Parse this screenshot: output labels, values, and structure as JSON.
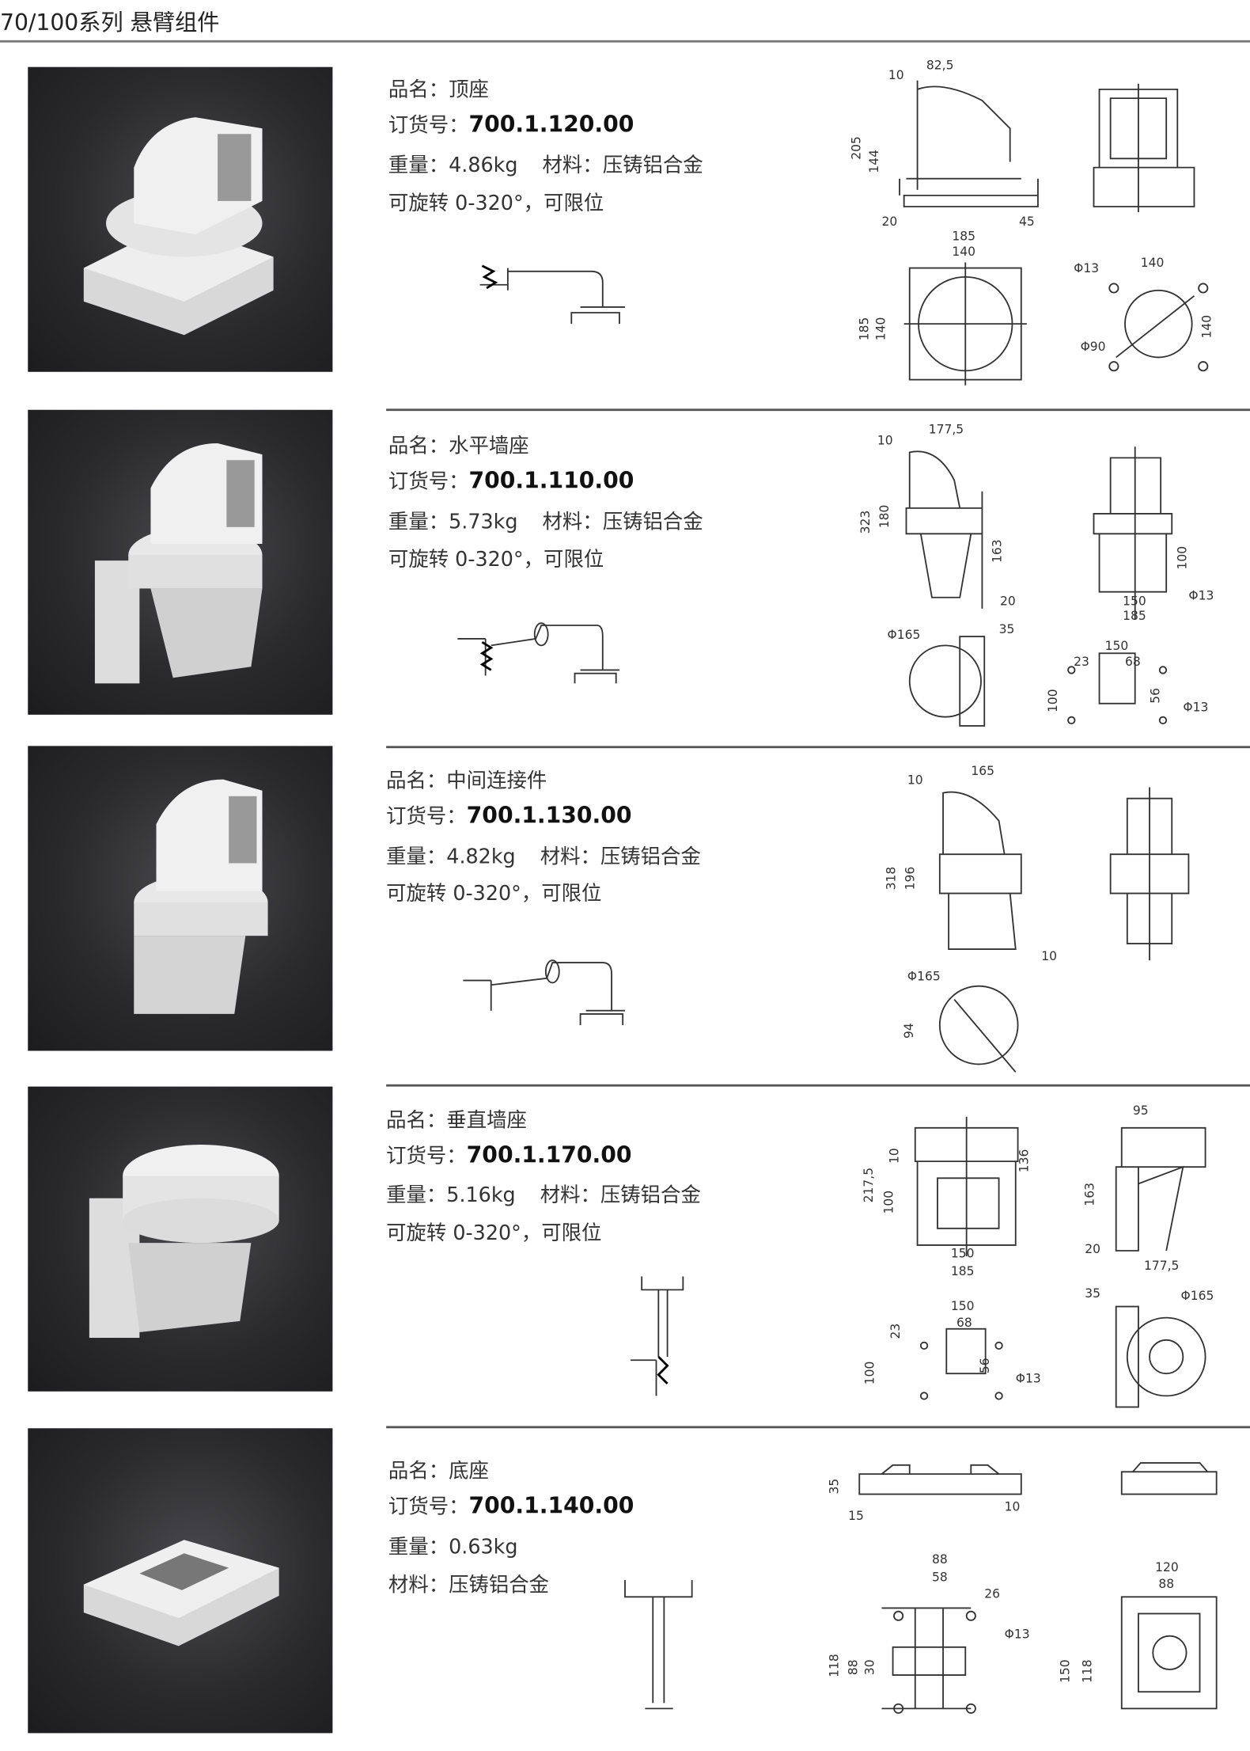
{
  "page": {
    "title": "70/100系列 悬臂组件"
  },
  "labels": {
    "name": "品名：",
    "order": "订货号：",
    "weight": "重量：",
    "material": "材料："
  },
  "products": [
    {
      "name": "顶座",
      "order_no": "700.1.120.00",
      "weight": "4.86kg",
      "material": "压铸铝合金",
      "rotation": "可旋转 0-320°，可限位",
      "dims": [
        "10",
        "82,5",
        "205",
        "144",
        "20",
        "45",
        "185",
        "140",
        "185",
        "140",
        "Φ13",
        "140",
        "Φ90",
        "140"
      ]
    },
    {
      "name": "水平墙座",
      "order_no": "700.1.110.00",
      "weight": "5.73kg",
      "material": "压铸铝合金",
      "rotation": "可旋转 0-320°，可限位",
      "dims": [
        "10",
        "177,5",
        "323",
        "180",
        "163",
        "20",
        "100",
        "Φ13",
        "150",
        "185",
        "Φ165",
        "35",
        "150",
        "23",
        "68",
        "100",
        "56",
        "Φ13"
      ]
    },
    {
      "name": "中间连接件",
      "order_no": "700.1.130.00",
      "weight": "4.82kg",
      "material": "压铸铝合金",
      "rotation": "可旋转 0-320°，可限位",
      "dims": [
        "10",
        "165",
        "318",
        "196",
        "10",
        "Φ165",
        "94"
      ]
    },
    {
      "name": "垂直墙座",
      "order_no": "700.1.170.00",
      "weight": "5.16kg",
      "material": "压铸铝合金",
      "rotation": "可旋转 0-320°，可限位",
      "dims": [
        "10",
        "217,5",
        "100",
        "136",
        "150",
        "185",
        "95",
        "163",
        "20",
        "177,5",
        "35",
        "Φ165",
        "150",
        "68",
        "23",
        "100",
        "56",
        "Φ13"
      ]
    },
    {
      "name": "底座",
      "order_no": "700.1.140.00",
      "weight": "0.63kg",
      "material": "压铸铝合金",
      "dims": [
        "35",
        "15",
        "10",
        "88",
        "58",
        "26",
        "Φ13",
        "118",
        "88",
        "30",
        "120",
        "88",
        "150",
        "118"
      ]
    }
  ]
}
